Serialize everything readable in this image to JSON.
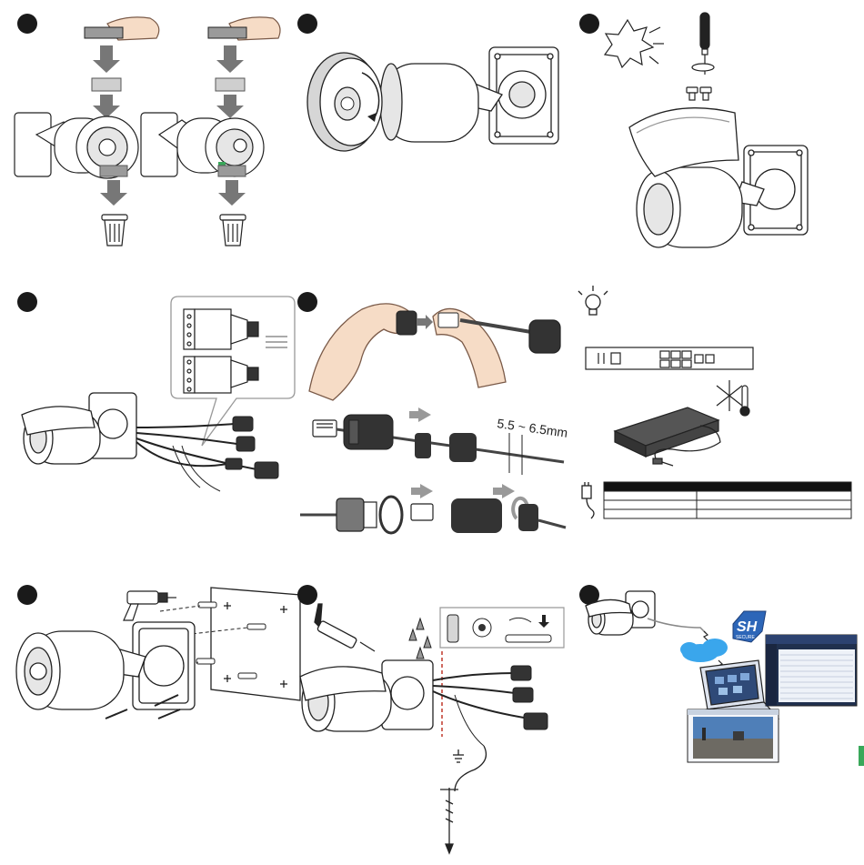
{
  "panels": [
    {
      "id": "p1",
      "step": ""
    },
    {
      "id": "p2",
      "step": ""
    },
    {
      "id": "p3",
      "step": ""
    },
    {
      "id": "p4",
      "step": ""
    },
    {
      "id": "p5",
      "step": ""
    },
    {
      "id": "p6",
      "step": ""
    },
    {
      "id": "p7",
      "step": ""
    },
    {
      "id": "p8",
      "step": ""
    },
    {
      "id": "p9",
      "step": ""
    }
  ],
  "cable_gauge_label": "5.5 ~ 6.5mm",
  "software_logo": {
    "line1": "SH",
    "line2": "SECURE"
  },
  "colors": {
    "stroke": "#222222",
    "marker": "#1a1a1a",
    "gray": "#9a9a9a",
    "light_gray": "#e6e6e6",
    "skin": "#f6dcc6",
    "skin_stroke": "#7a5a48",
    "cloud": "#3aa6ec",
    "logo": "#2d66b8",
    "screen_dark": "#20304e",
    "green_tab": "#39a85a",
    "ground_wire": "#c0392b"
  }
}
